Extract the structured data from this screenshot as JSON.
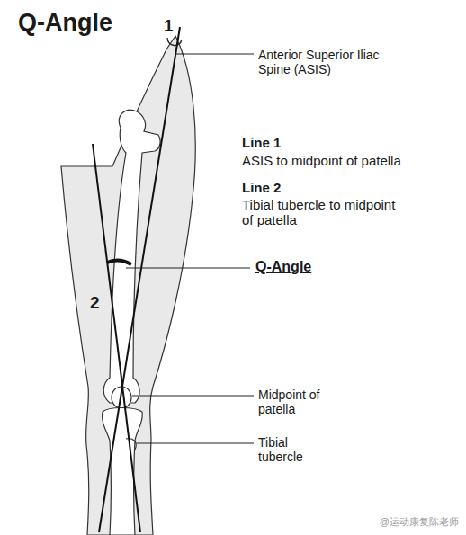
{
  "diagram": {
    "title": "Q-Angle",
    "labels": [
      "1",
      "Anterior Superior Iliac Spine (ASIS)",
      "Line 1",
      "ASIS to midpoint of patella",
      "Line 2",
      "Tibial tubercle to midpoint of patella",
      "Q-Angle",
      "2",
      "Midpoint of patella",
      "Tibial tubercle",
      "@运动康复陈老师"
    ]
  }
}
